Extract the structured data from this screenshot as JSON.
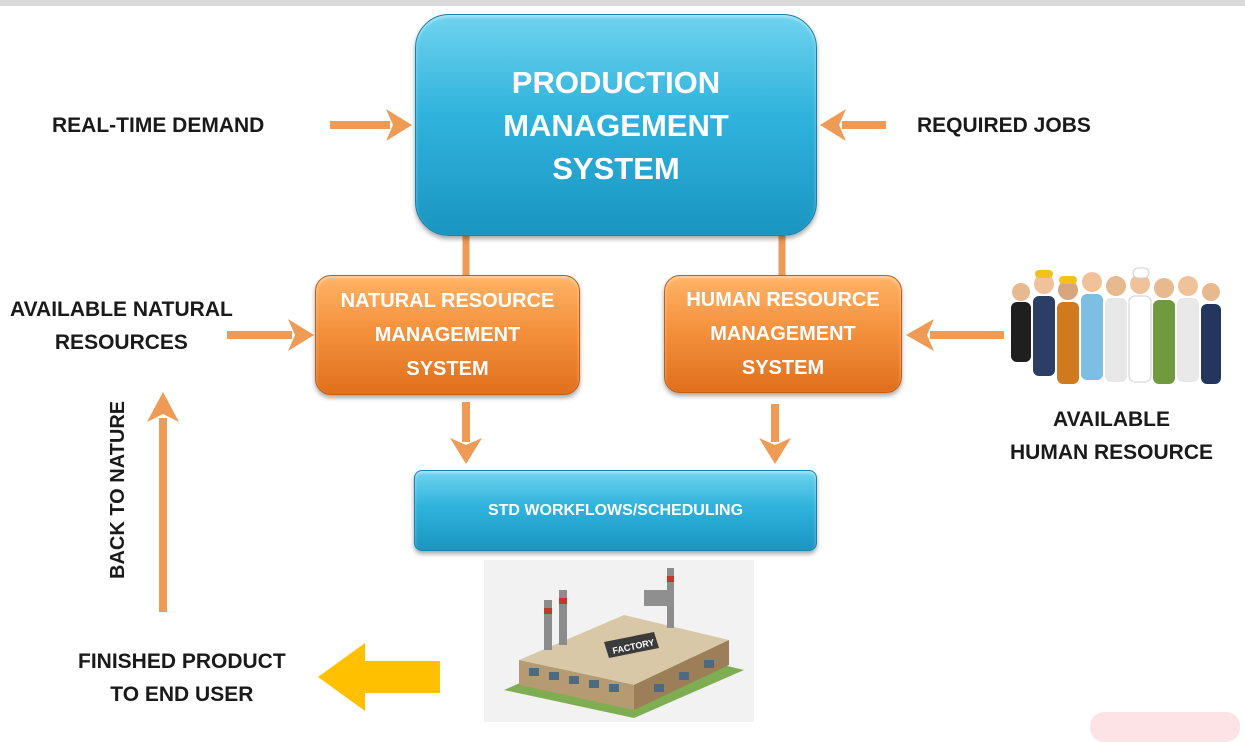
{
  "production_management_system": "PRODUCTION\nMANAGEMENT\nSYSTEM",
  "natural_resource_management_system": "NATURAL RESOURCE\nMANAGEMENT\nSYSTEM",
  "human_resource_management_system": "HUMAN RESOURCE\nMANAGEMENT\nSYSTEM",
  "std_workflows": "STD WORKFLOWS/SCHEDULING",
  "inputs": {
    "real_time_demand": "REAL-TIME DEMAND",
    "required_jobs": "REQUIRED JOBS",
    "available_natural_resources": "AVAILABLE NATURAL\nRESOURCES",
    "available_human_resource": "AVAILABLE\nHUMAN RESOURCE"
  },
  "outputs": {
    "back_to_nature": "BACK TO NATURE",
    "finished_product": "FINISHED PRODUCT\nTO END USER"
  },
  "factory_sign": "FACTORY",
  "colors": {
    "process_box": "#2fb3dc",
    "subsystem_box": "#f4923e",
    "arrow": "#ef9a55",
    "output_arrow": "#ffc000",
    "text": "#1a1a1a"
  },
  "icons": [
    "factory-illustration",
    "workers-group-illustration"
  ]
}
